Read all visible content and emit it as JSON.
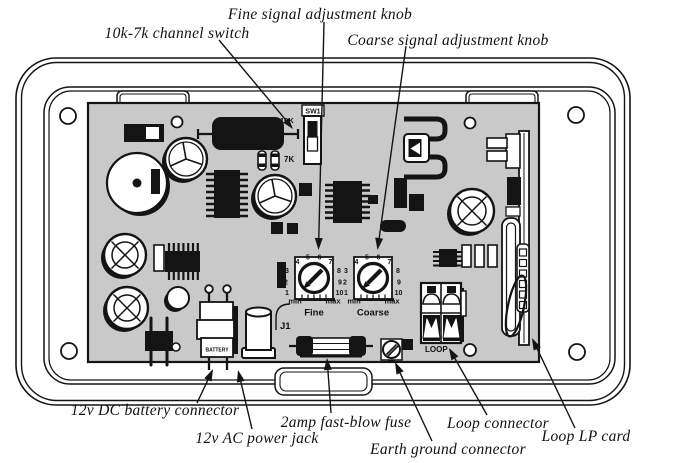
{
  "figure": {
    "subject": "Loop detector unit printed circuit board illustration",
    "bg_color": "#ffffff",
    "line_color": "#141414",
    "pcb_color": "#c9c9c9"
  },
  "callouts": {
    "channel_switch": "10k-7k channel switch",
    "fine_knob": "Fine signal adjustment knob",
    "coarse_knob": "Coarse signal adjustment knob",
    "battery": "12v DC battery connector",
    "ac_jack": "12v AC power jack",
    "fuse": "2amp fast-blow fuse",
    "earth": "Earth ground connector",
    "loop_connector": "Loop connector",
    "lp_card": "Loop LP card"
  },
  "board_text": {
    "switch_ref": "SW1",
    "switch_10k": "10K",
    "switch_7k": "7K",
    "jack_ref": "J1",
    "battery_label": "BATTERY",
    "loop_label": "LOOP"
  },
  "dial": {
    "scale": [
      "1",
      "2",
      "3",
      "4",
      "5",
      "6",
      "7",
      "8",
      "9",
      "10"
    ],
    "min_label": "min",
    "max_label": "max",
    "fine_name": "Fine",
    "coarse_name": "Coarse"
  }
}
